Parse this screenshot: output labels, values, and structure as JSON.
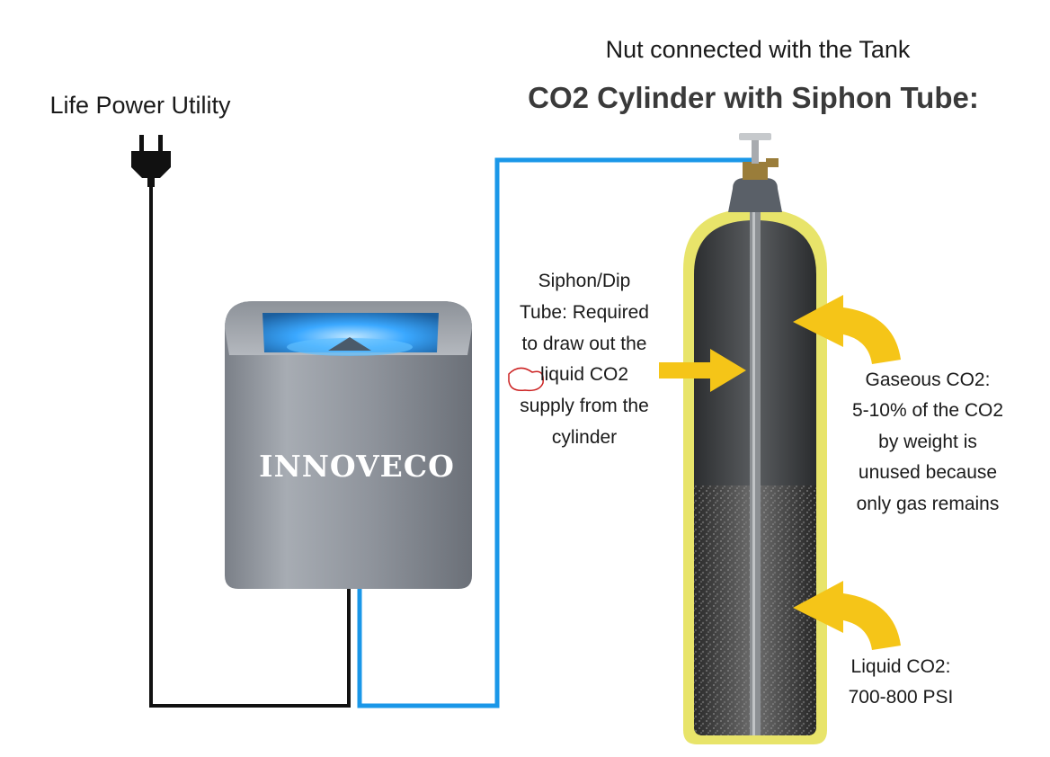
{
  "labels": {
    "power": "Life Power Utility",
    "nut": "Nut connected with the Tank",
    "cylinder_title": "CO2 Cylinder with Siphon Tube:",
    "brand": "INNOVECO",
    "siphon": [
      "Siphon/Dip",
      "Tube: Required",
      "to draw out the",
      "liquid CO2",
      "supply from the",
      "cylinder"
    ],
    "gaseous": [
      "Gaseous CO2:",
      "5-10% of the CO2",
      "by weight is",
      "unused because",
      "only gas remains"
    ],
    "liquid": [
      "Liquid CO2:",
      "700-800 PSI"
    ]
  },
  "colors": {
    "co2_line": "#1a97e8",
    "power_cord": "#111111",
    "arrow": "#f5c518",
    "cylinder_shell": "#e8e46a",
    "glow": "#3aa8ff",
    "device_body": "#9aa0a8"
  },
  "icons": [
    "plug-icon",
    "valve-icon"
  ]
}
